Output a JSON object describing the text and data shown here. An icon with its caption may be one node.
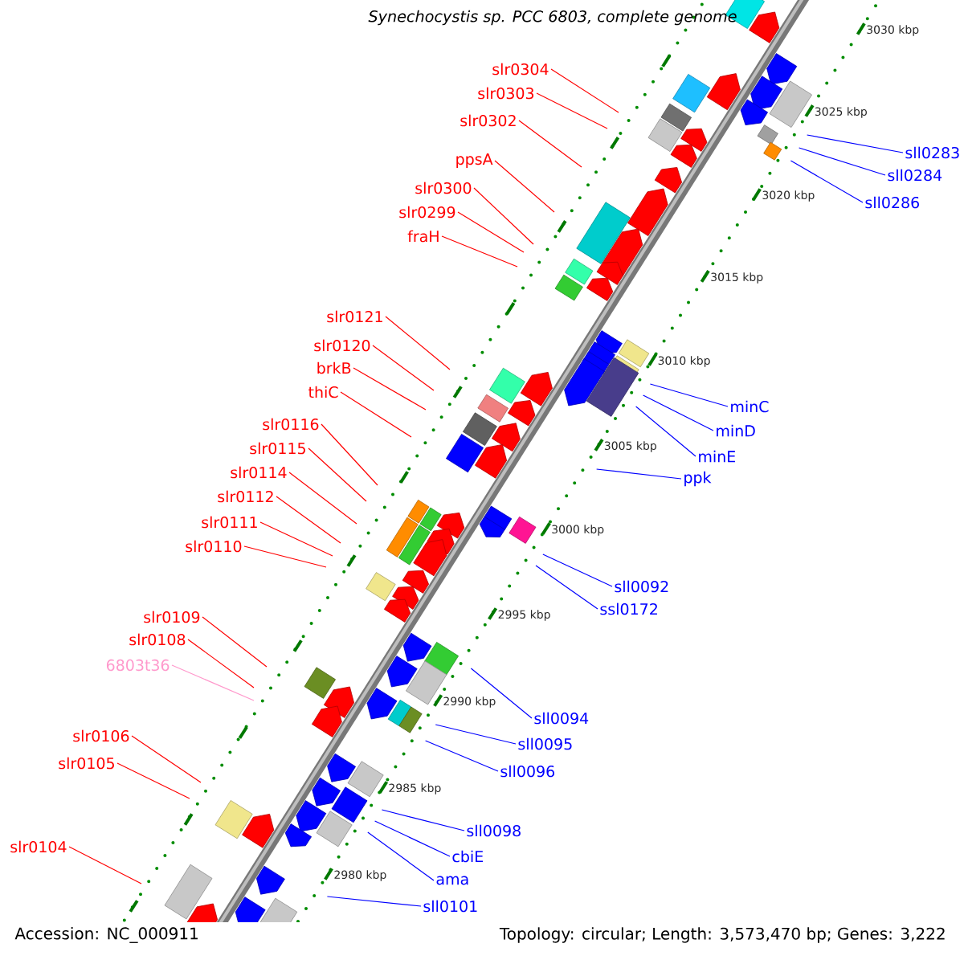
{
  "diagram": {
    "title": "Synechocystis sp. PCC 6803, complete genome",
    "nodes": [
      {
        "text": [
          "slr0304"
        ]
      },
      {
        "text": [
          "slr0303"
        ]
      },
      {
        "text": [
          "slr0302"
        ]
      },
      {
        "text": [
          "ppsA"
        ]
      },
      {
        "text": [
          "slr0300"
        ]
      },
      {
        "text": [
          "slr0299"
        ]
      },
      {
        "text": [
          "fraH"
        ]
      },
      {
        "text": [
          "slr0121"
        ]
      },
      {
        "text": [
          "slr0120"
        ]
      },
      {
        "text": [
          "brkB"
        ]
      },
      {
        "text": [
          "thiC"
        ]
      },
      {
        "text": [
          "slr0116"
        ]
      },
      {
        "text": [
          "slr0115"
        ]
      },
      {
        "text": [
          "slr0114"
        ]
      },
      {
        "text": [
          "slr0112"
        ]
      },
      {
        "text": [
          "slr0111"
        ]
      },
      {
        "text": [
          "slr0110"
        ]
      },
      {
        "text": [
          "slr0109"
        ]
      },
      {
        "text": [
          "slr0108"
        ]
      },
      {
        "text": [
          "6803t36"
        ]
      },
      {
        "text": [
          "slr0106"
        ]
      },
      {
        "text": [
          "slr0105"
        ]
      },
      {
        "text": [
          "slr0104"
        ]
      },
      {
        "text": [
          "sll0283"
        ]
      },
      {
        "text": [
          "sll0284"
        ]
      },
      {
        "text": [
          "sll0286"
        ]
      },
      {
        "text": [
          "minC"
        ]
      },
      {
        "text": [
          "minD"
        ]
      },
      {
        "text": [
          "minE"
        ]
      },
      {
        "text": [
          "ppk"
        ]
      },
      {
        "text": [
          "sll0092"
        ]
      },
      {
        "text": [
          "ssl0172"
        ]
      },
      {
        "text": [
          "sll0094"
        ]
      },
      {
        "text": [
          "sll0095"
        ]
      },
      {
        "text": [
          "sll0096"
        ]
      },
      {
        "text": [
          "sll0098"
        ]
      },
      {
        "text": [
          "cbiE"
        ]
      },
      {
        "text": [
          "ama"
        ]
      },
      {
        "text": [
          "sll0101"
        ]
      }
    ],
    "edges": [
      {
        "from": 0,
        "to": null,
        "arrow": "none"
      },
      {
        "from": 1,
        "to": null,
        "arrow": "none"
      },
      {
        "from": 2,
        "to": null,
        "arrow": "none"
      },
      {
        "from": 3,
        "to": null,
        "arrow": "none"
      },
      {
        "from": 4,
        "to": null,
        "arrow": "none"
      },
      {
        "from": 5,
        "to": null,
        "arrow": "none"
      },
      {
        "from": 6,
        "to": null,
        "arrow": "none"
      },
      {
        "from": 7,
        "to": null,
        "arrow": "none"
      },
      {
        "from": 8,
        "to": null,
        "arrow": "none"
      },
      {
        "from": 9,
        "to": null,
        "arrow": "none"
      },
      {
        "from": 10,
        "to": null,
        "arrow": "none"
      },
      {
        "from": 11,
        "to": null,
        "arrow": "none"
      },
      {
        "from": 12,
        "to": null,
        "arrow": "none"
      },
      {
        "from": 13,
        "to": null,
        "arrow": "none"
      },
      {
        "from": 14,
        "to": null,
        "arrow": "none"
      },
      {
        "from": 15,
        "to": null,
        "arrow": "none"
      },
      {
        "from": 16,
        "to": null,
        "arrow": "none"
      },
      {
        "from": 17,
        "to": null,
        "arrow": "none"
      },
      {
        "from": 18,
        "to": null,
        "arrow": "none"
      },
      {
        "from": 19,
        "to": null,
        "arrow": "none",
        "color": "#ff99cc"
      },
      {
        "from": 20,
        "to": null,
        "arrow": "none"
      },
      {
        "from": 21,
        "to": null,
        "arrow": "none"
      },
      {
        "from": 22,
        "to": null,
        "arrow": "none"
      },
      {
        "from": 23,
        "to": null,
        "arrow": "none",
        "color": "#0000ff"
      },
      {
        "from": 24,
        "to": null,
        "arrow": "none",
        "color": "#0000ff"
      },
      {
        "from": 25,
        "to": null,
        "arrow": "none",
        "color": "#0000ff"
      },
      {
        "from": 26,
        "to": null,
        "arrow": "none",
        "color": "#0000ff"
      },
      {
        "from": 27,
        "to": null,
        "arrow": "none",
        "color": "#0000ff"
      },
      {
        "from": 28,
        "to": null,
        "arrow": "none",
        "color": "#0000ff"
      },
      {
        "from": 29,
        "to": null,
        "arrow": "none",
        "color": "#0000ff"
      },
      {
        "from": 30,
        "to": null,
        "arrow": "none",
        "color": "#0000ff"
      },
      {
        "from": 31,
        "to": null,
        "arrow": "none",
        "color": "#0000ff"
      },
      {
        "from": 32,
        "to": null,
        "arrow": "none",
        "color": "#0000ff"
      },
      {
        "from": 33,
        "to": null,
        "arrow": "none",
        "color": "#0000ff"
      },
      {
        "from": 34,
        "to": null,
        "arrow": "none",
        "color": "#0000ff"
      },
      {
        "from": 35,
        "to": null,
        "arrow": "none",
        "color": "#0000ff"
      },
      {
        "from": 36,
        "to": null,
        "arrow": "none",
        "color": "#0000ff"
      },
      {
        "from": 37,
        "to": null,
        "arrow": "none",
        "color": "#0000ff"
      },
      {
        "from": 38,
        "to": null,
        "arrow": "none",
        "color": "#0000ff"
      }
    ],
    "labels": [
      "3030 kbp",
      "3025 kbp",
      "3020 kbp",
      "3015 kbp",
      "3010 kbp",
      "3005 kbp",
      "3000 kbp",
      "2995 kbp",
      "2990 kbp",
      "2985 kbp",
      "2980 kbp",
      "Accession: NC_000911",
      "Topology: circular; Length: 3,573,470 bp; Genes: 3,222"
    ]
  }
}
